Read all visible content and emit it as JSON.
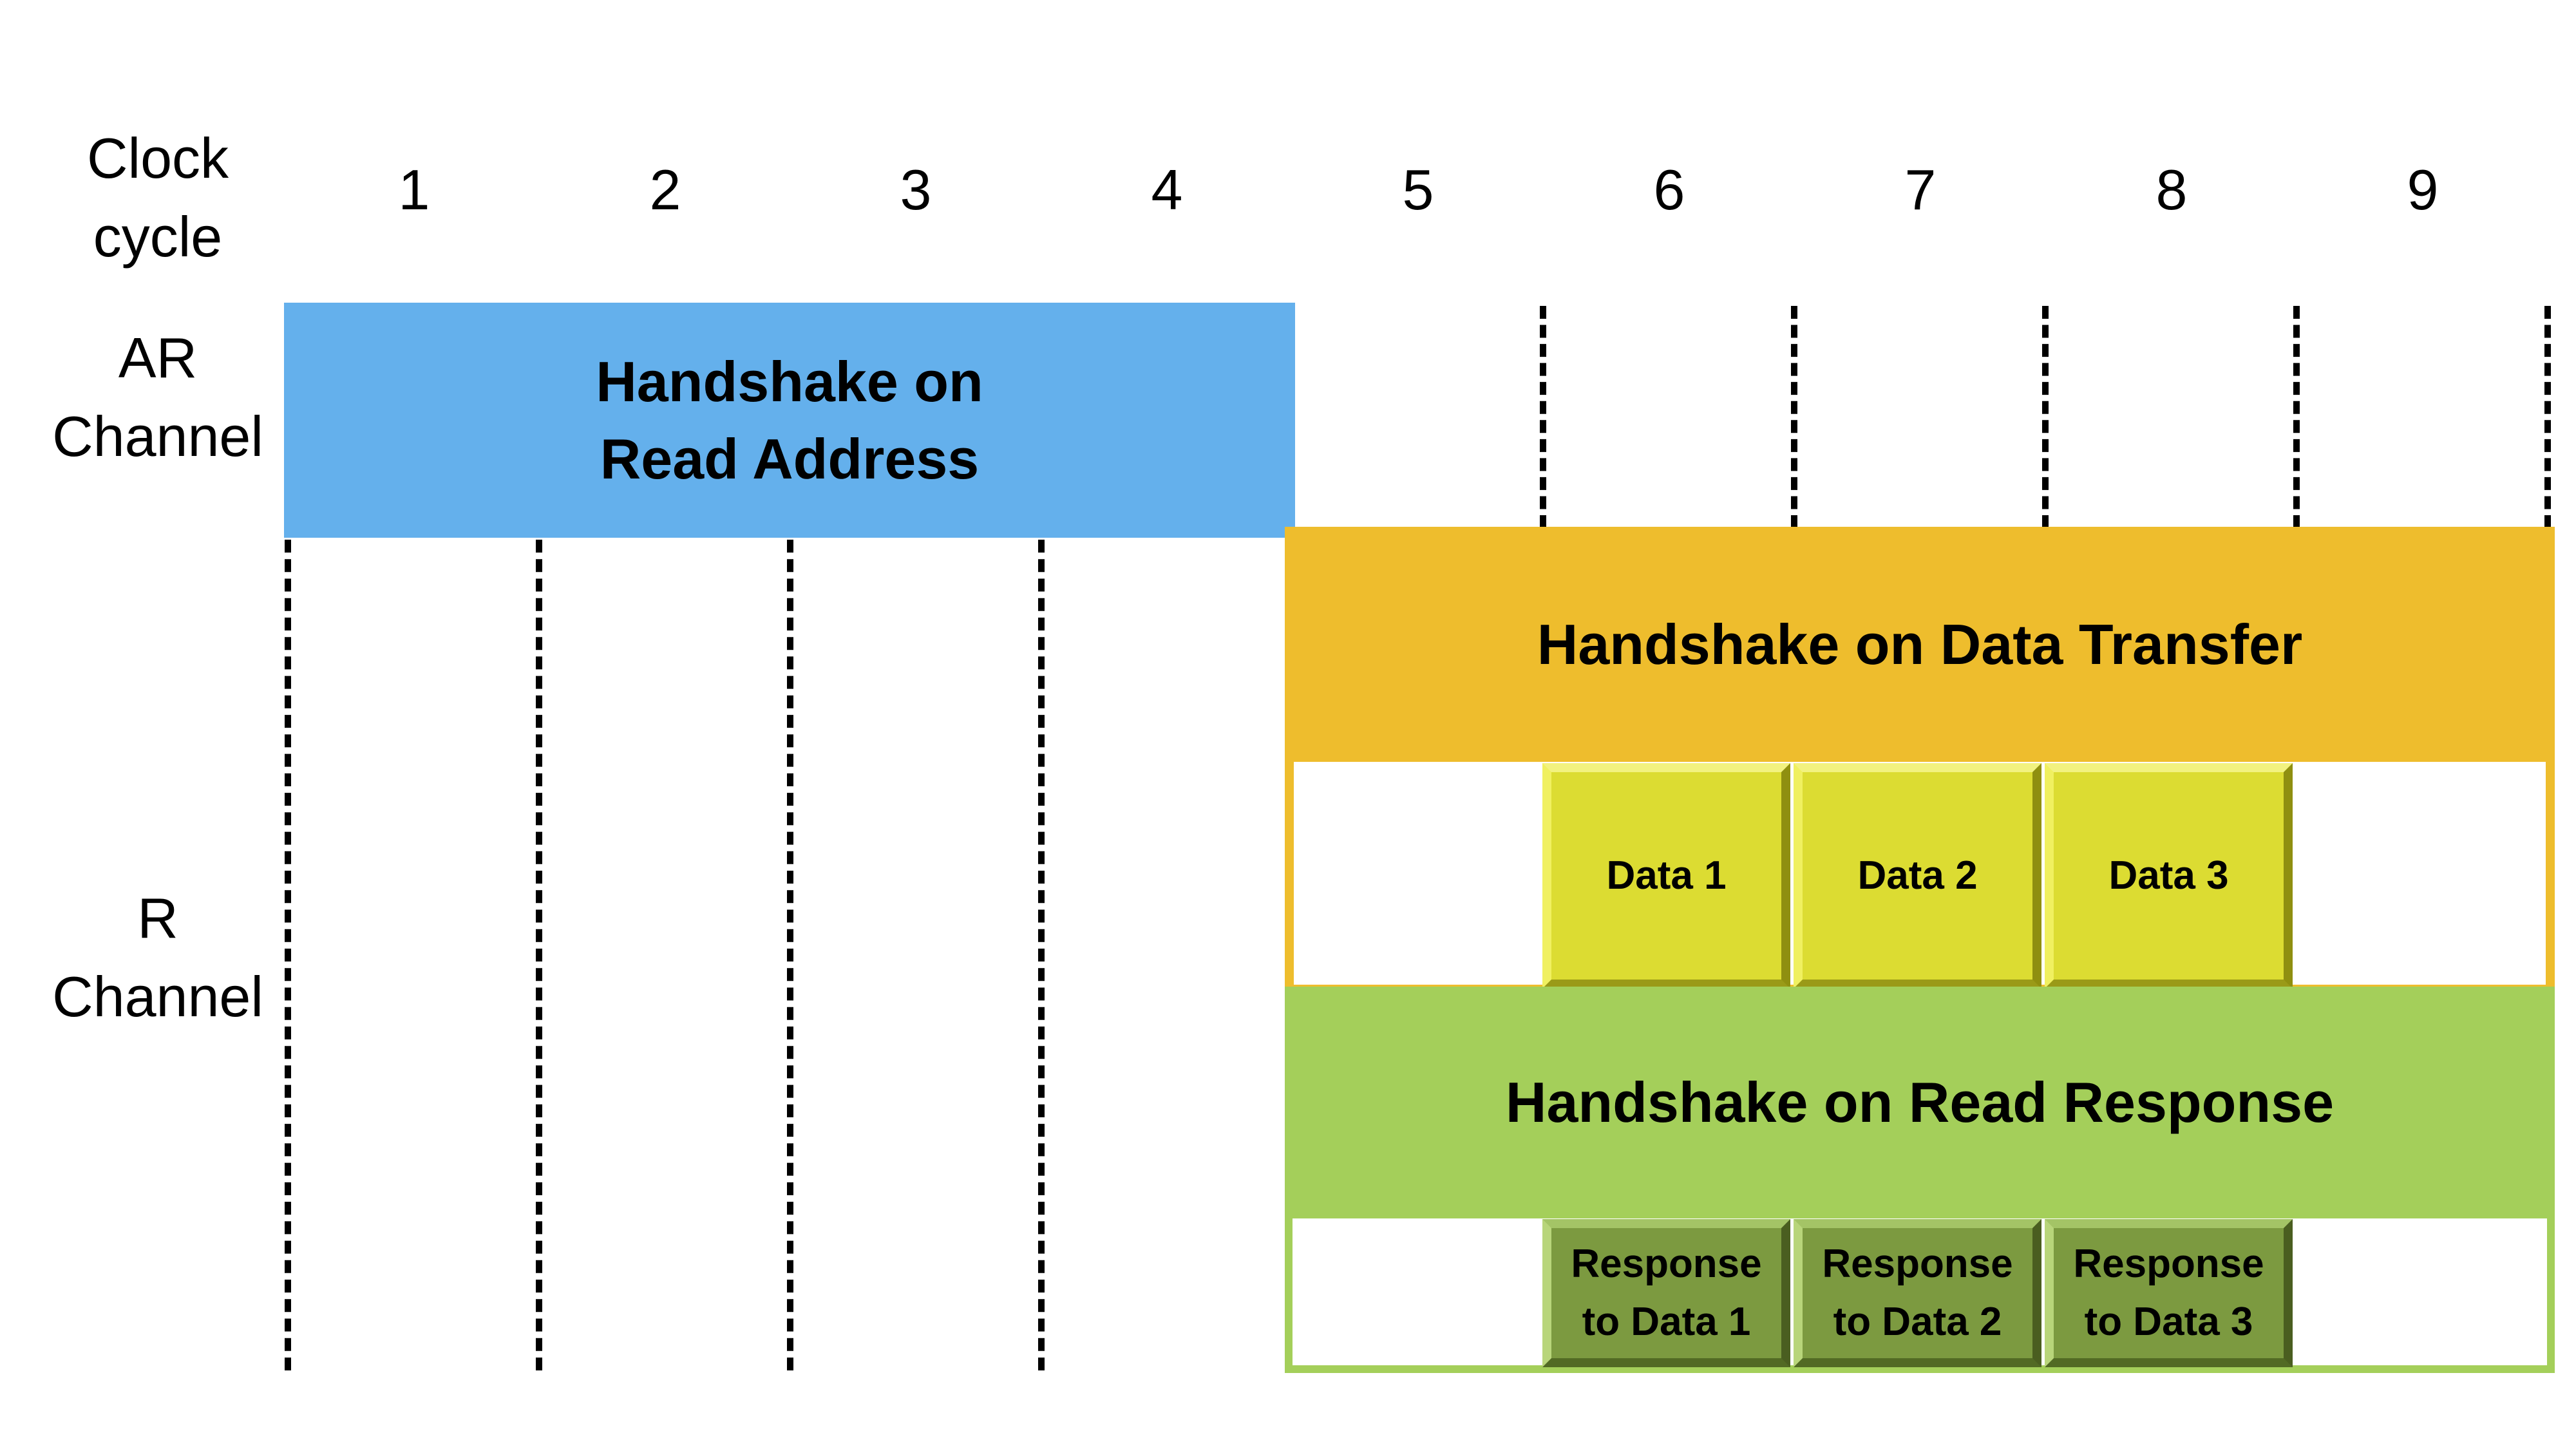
{
  "row_labels": {
    "clock": "Clock\ncycle",
    "ar": "AR\nChannel",
    "r": "R\nChannel"
  },
  "clock_cycles": [
    "1",
    "2",
    "3",
    "4",
    "5",
    "6",
    "7",
    "8",
    "9"
  ],
  "boxes": {
    "read_address": "Handshake on\nRead Address",
    "data_transfer": "Handshake on Data Transfer",
    "read_response": "Handshake on Read Response"
  },
  "data_blocks": [
    "Data 1",
    "Data 2",
    "Data 3"
  ],
  "response_blocks": [
    "Response\nto Data 1",
    "Response\nto Data 2",
    "Response\nto Data 3"
  ],
  "colors": {
    "read_address": "#64b0ec",
    "data_transfer": "#eebd2d",
    "read_response": "#a4cf5a",
    "data_block": "#dcdc32",
    "response_block": "#7c9a40"
  }
}
